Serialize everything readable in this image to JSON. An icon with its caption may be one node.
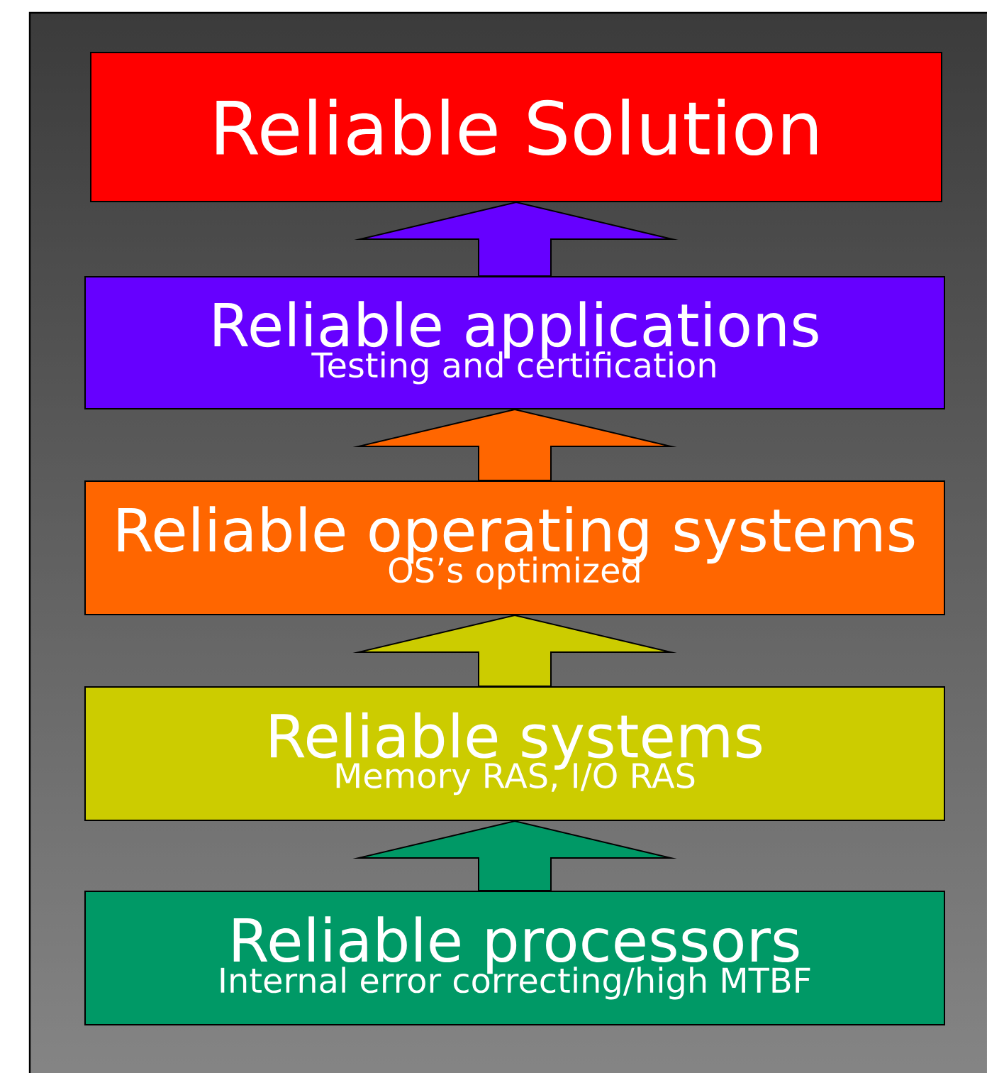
{
  "diagram": {
    "nodes": [
      {
        "text": [
          "Reliable Solution"
        ]
      },
      {
        "text": [
          "Reliable applications",
          "Testing and certification"
        ]
      },
      {
        "text": [
          "Reliable operating systems",
          "OS’s optimized"
        ]
      },
      {
        "text": [
          "Reliable systems",
          "Memory RAS, I/O RAS"
        ]
      },
      {
        "text": [
          "Reliable processors",
          "Internal error correcting/high MTBF"
        ]
      }
    ],
    "edges": [
      {
        "from": 4,
        "to": 3,
        "arrow": "to"
      },
      {
        "from": 3,
        "to": 2,
        "arrow": "to"
      },
      {
        "from": 2,
        "to": 1,
        "arrow": "to"
      },
      {
        "from": 1,
        "to": 0,
        "arrow": "to"
      }
    ]
  }
}
